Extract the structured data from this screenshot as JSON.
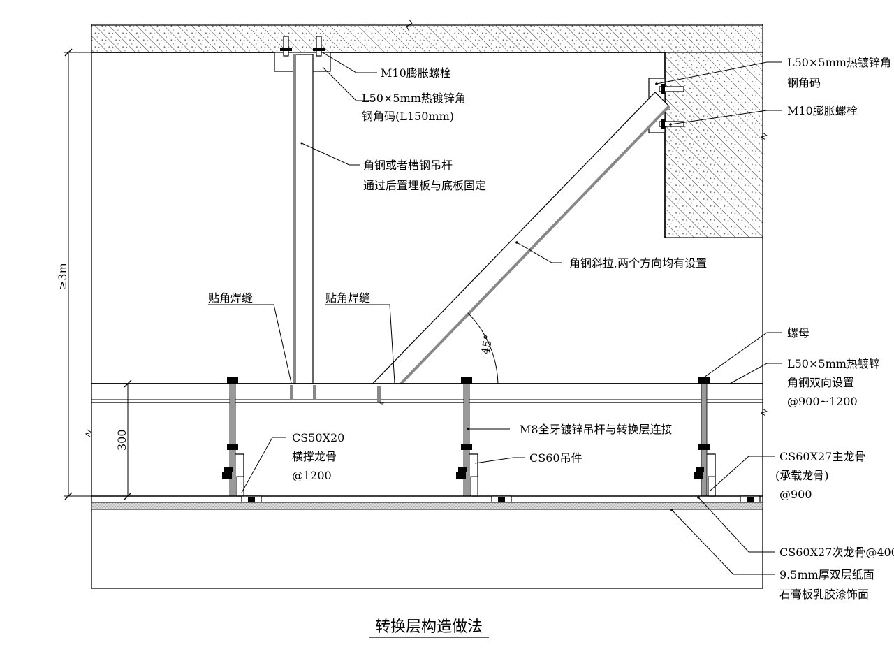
{
  "drawing_title": "转换层构造做法",
  "dimensions": {
    "total_height": "≥3m",
    "layer_height": "300",
    "angle": "45°"
  },
  "labels": {
    "m10_bolt_top": "M10膨胀螺栓",
    "angle_code_top_1": "L50×5mm热镀锌角",
    "angle_code_top_2": "钢角码(L150mm)",
    "hanger_rod_1": "角钢或者槽钢吊杆",
    "hanger_rod_2": "通过后置埋板与底板固定",
    "angle_code_wall_1": "L50×5mm热镀锌角",
    "angle_code_wall_2": "钢角码",
    "m10_bolt_wall": "M10膨胀螺栓",
    "diagonal_brace": "角钢斜拉,两个方向均有设置",
    "fillet_weld_left": "贴角焊缝",
    "fillet_weld_right": "贴角焊缝",
    "nut": "螺母",
    "angle_steel_1": "L50×5mm热镀锌",
    "angle_steel_2": "角钢双向设置",
    "angle_steel_3": "@900~1200",
    "cross_keel_1": "CS50X20",
    "cross_keel_2": "横撑龙骨",
    "cross_keel_3": "@1200",
    "m8_rod": "M8全牙镀锌吊杆与转换层连接",
    "cs60_hanger": "CS60吊件",
    "main_keel_1": "CS60X27主龙骨",
    "main_keel_2": "(承载龙骨)",
    "main_keel_3": "@900",
    "secondary_keel": "CS60X27次龙骨@400",
    "gypsum_1": "9.5mm厚双层纸面",
    "gypsum_2": "石膏板乳胶漆饰面"
  }
}
